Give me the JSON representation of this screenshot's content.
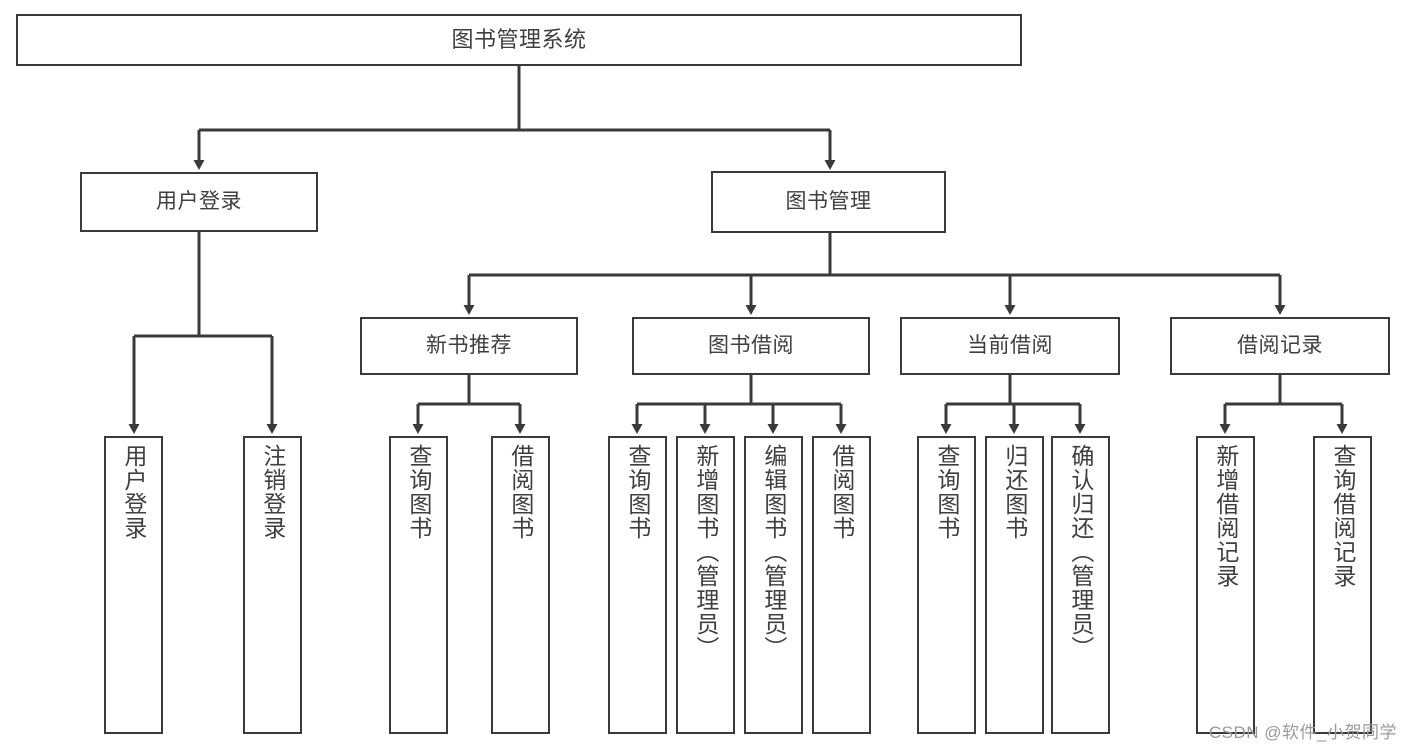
{
  "diagram": {
    "type": "tree-hierarchy-chart",
    "title": "图书管理系统",
    "root": {
      "label": "图书管理系统"
    },
    "level2": [
      {
        "label": "用户登录"
      },
      {
        "label": "图书管理"
      }
    ],
    "level3": [
      {
        "label": "新书推荐"
      },
      {
        "label": "图书借阅"
      },
      {
        "label": "当前借阅"
      },
      {
        "label": "借阅记录"
      }
    ],
    "leaves": {
      "user_login": [
        {
          "label": "用户登录"
        },
        {
          "label": "注销登录"
        }
      ],
      "new_book": [
        {
          "label": "查询图书"
        },
        {
          "label": "借阅图书"
        }
      ],
      "book_borrow": [
        {
          "label": "查询图书"
        },
        {
          "label": "新增图书（管理员）"
        },
        {
          "label": "编辑图书（管理员）"
        },
        {
          "label": "借阅图书"
        }
      ],
      "current_borrow": [
        {
          "label": "查询图书"
        },
        {
          "label": "归还图书"
        },
        {
          "label": "确认归还（管理员）"
        }
      ],
      "borrow_record": [
        {
          "label": "新增借阅记录"
        },
        {
          "label": "查询借阅记录"
        }
      ]
    }
  },
  "watermark": {
    "text": "CSDN @软件_小贺同学"
  },
  "colors": {
    "border": "#3a3a3a",
    "text": "#3f3f3f",
    "background": "#ffffff",
    "watermark": "#9a9a9a"
  }
}
